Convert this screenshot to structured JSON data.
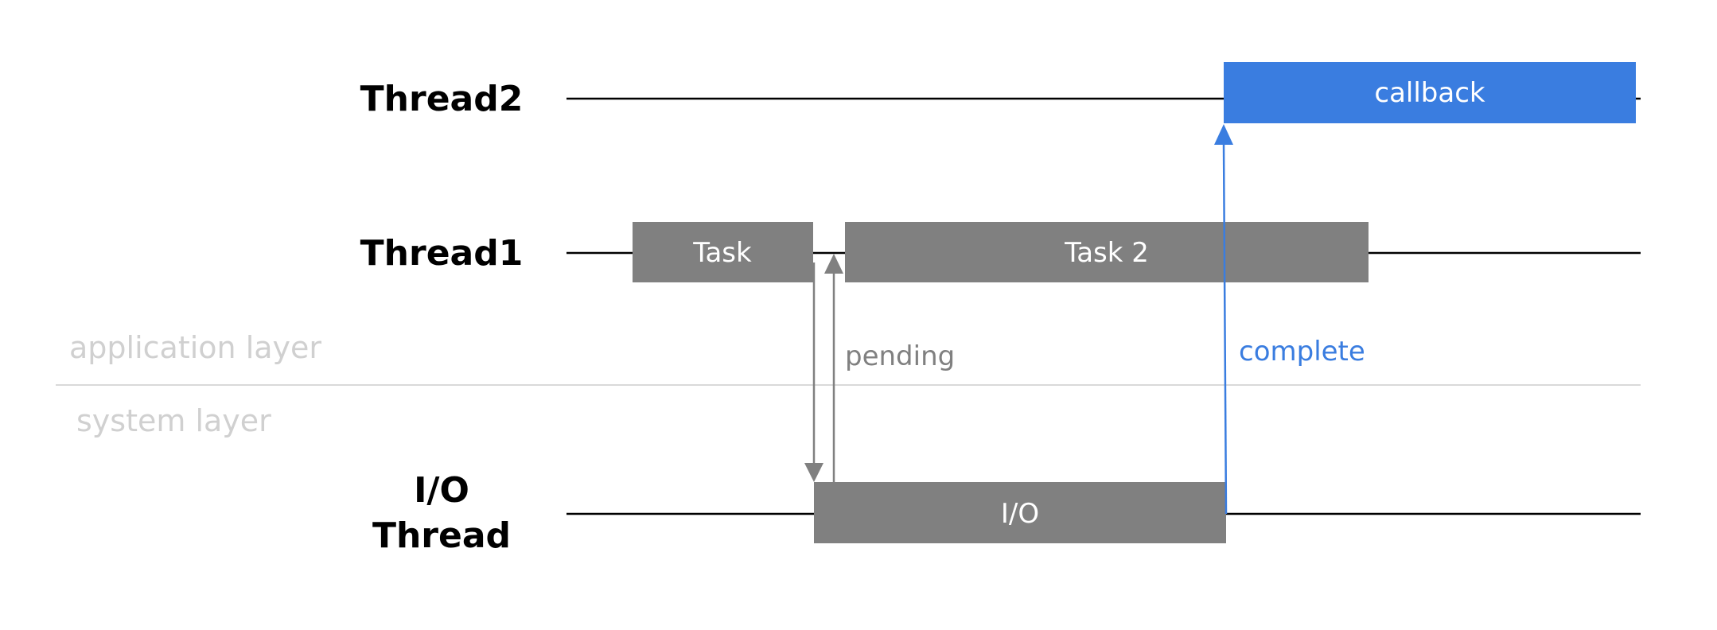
{
  "threads": {
    "thread2": "Thread2",
    "thread1": "Thread1",
    "io_line1": "I/O",
    "io_line2": "Thread"
  },
  "layers": {
    "application": "application layer",
    "system": "system layer"
  },
  "blocks": {
    "task": "Task",
    "task2": "Task 2",
    "io": "I/O",
    "callback": "callback"
  },
  "arrows": {
    "pending": "pending",
    "complete": "complete"
  },
  "colors": {
    "task_block": "#808080",
    "callback_block": "#3a7de0",
    "complete_arrow": "#3a7de0",
    "pending_arrow": "#808080",
    "thread_line": "#000000",
    "layer_divider": "#d9d9d9",
    "layer_text": "#d0d0d0",
    "block_text": "#ffffff"
  }
}
